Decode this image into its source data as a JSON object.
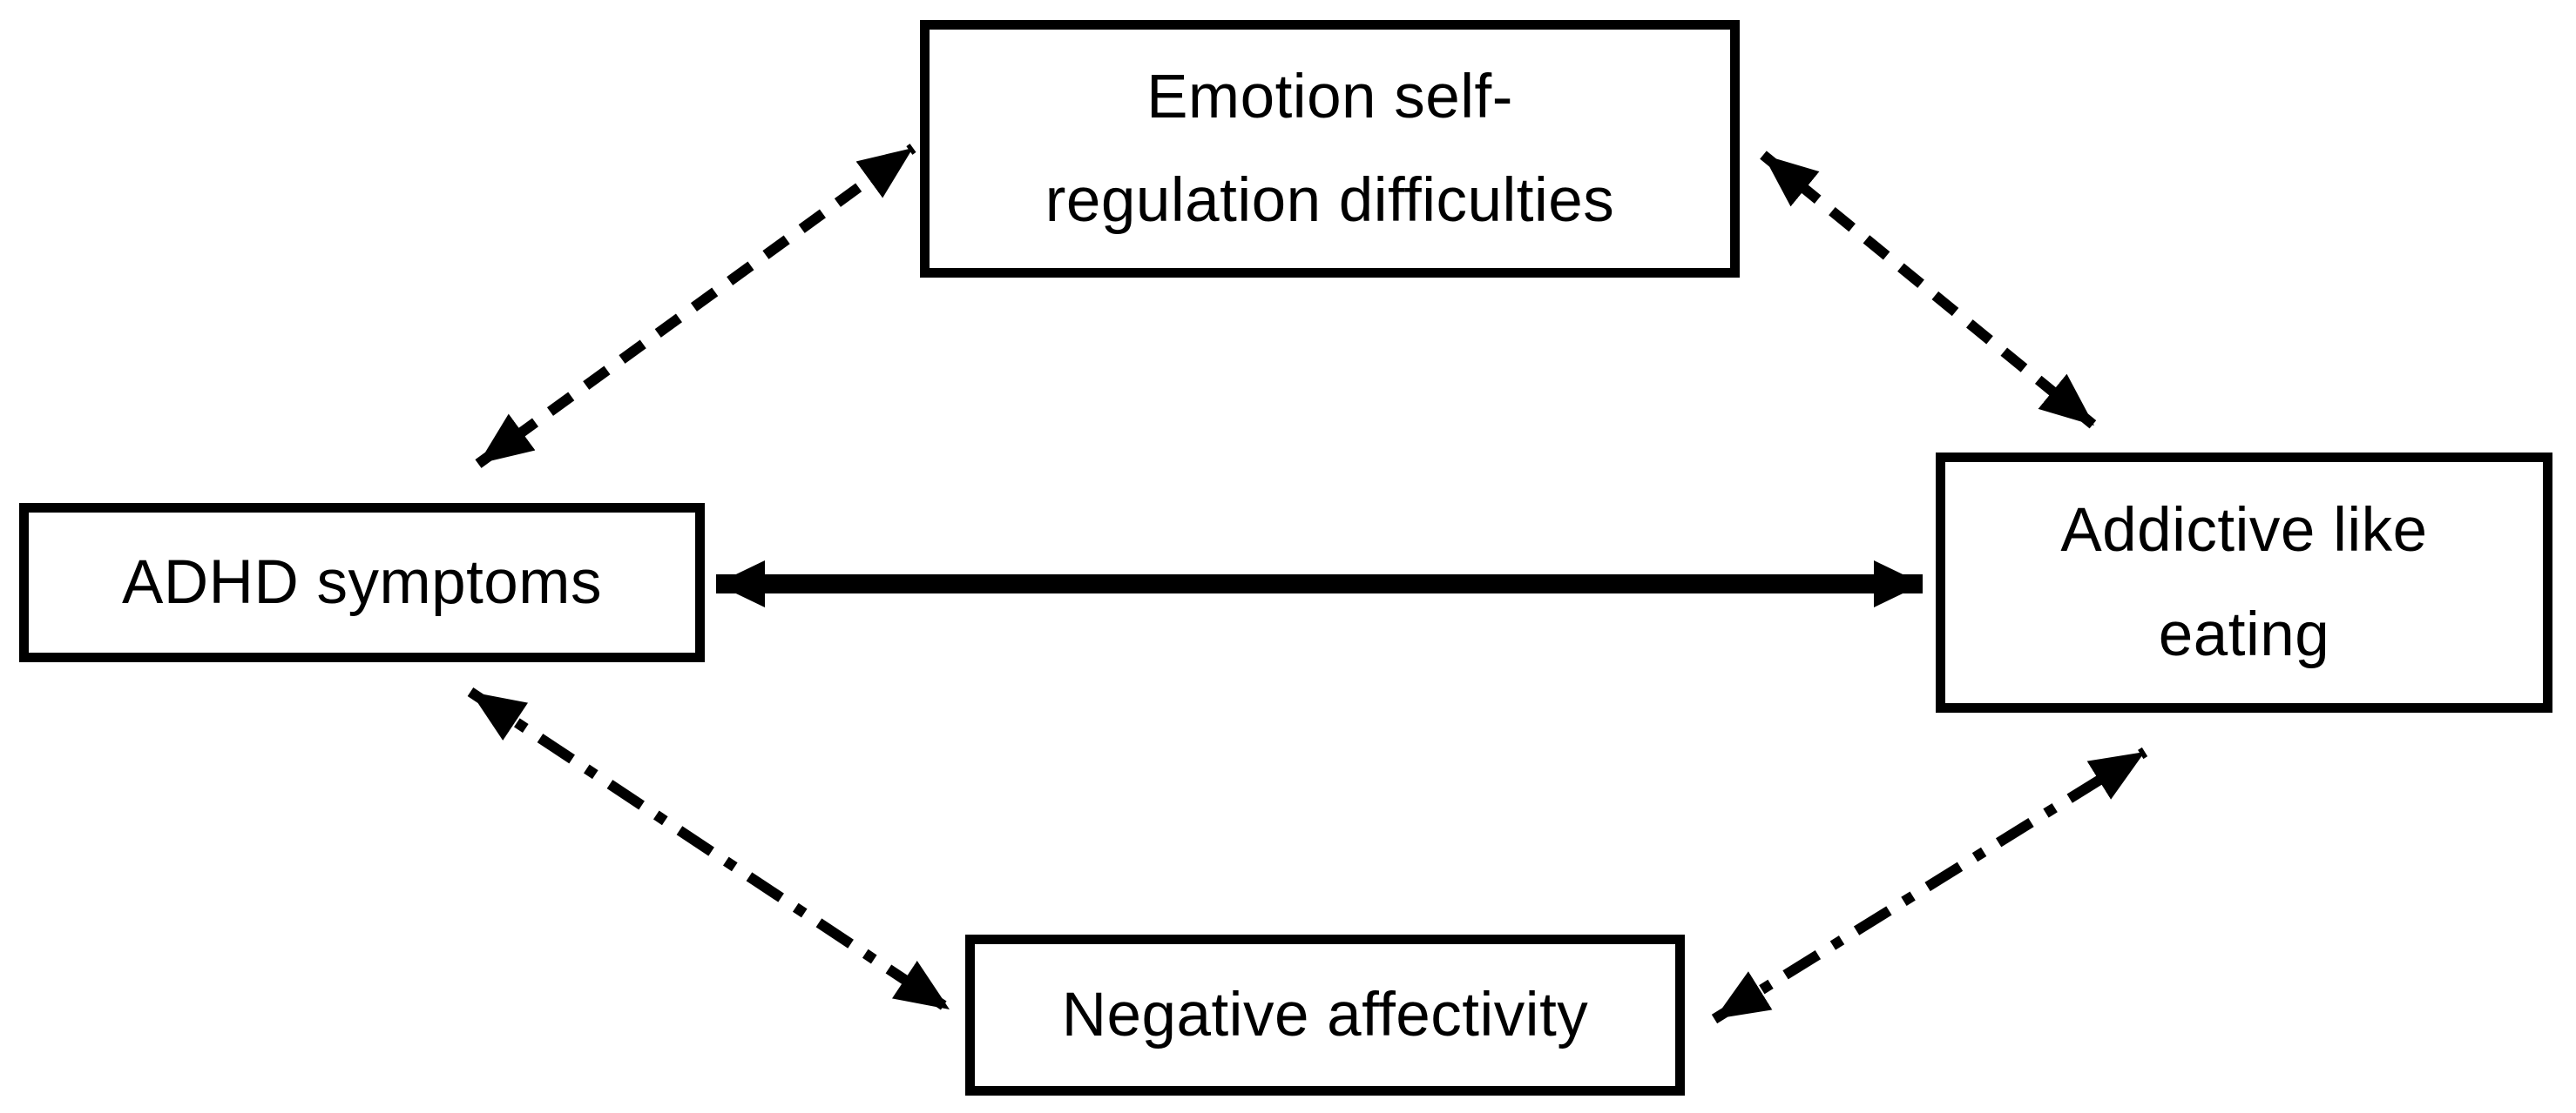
{
  "diagram": {
    "background_color": "#ffffff",
    "line_color": "#000000",
    "boxes": {
      "emotion": {
        "id": "emotion-self-regulation",
        "lines": [
          "Emotion self-",
          "regulation difficulties"
        ]
      },
      "adhd": {
        "id": "adhd-symptoms",
        "lines": [
          "ADHD symptoms"
        ]
      },
      "addictive": {
        "id": "addictive-like-eating",
        "lines": [
          "Addictive like",
          "eating"
        ]
      },
      "negative": {
        "id": "negative-affectivity",
        "lines": [
          "Negative affectivity"
        ]
      }
    },
    "arrows": [
      {
        "from": "adhd-symptoms",
        "to": "emotion-self-regulation",
        "style": "dashed",
        "bidirectional": true
      },
      {
        "from": "emotion-self-regulation",
        "to": "addictive-like-eating",
        "style": "dashed",
        "bidirectional": true
      },
      {
        "from": "adhd-symptoms",
        "to": "addictive-like-eating",
        "style": "solid-bold",
        "bidirectional": true
      },
      {
        "from": "adhd-symptoms",
        "to": "negative-affectivity",
        "style": "dash-dot",
        "bidirectional": true
      },
      {
        "from": "negative-affectivity",
        "to": "addictive-like-eating",
        "style": "dash-dot",
        "bidirectional": true
      }
    ]
  }
}
